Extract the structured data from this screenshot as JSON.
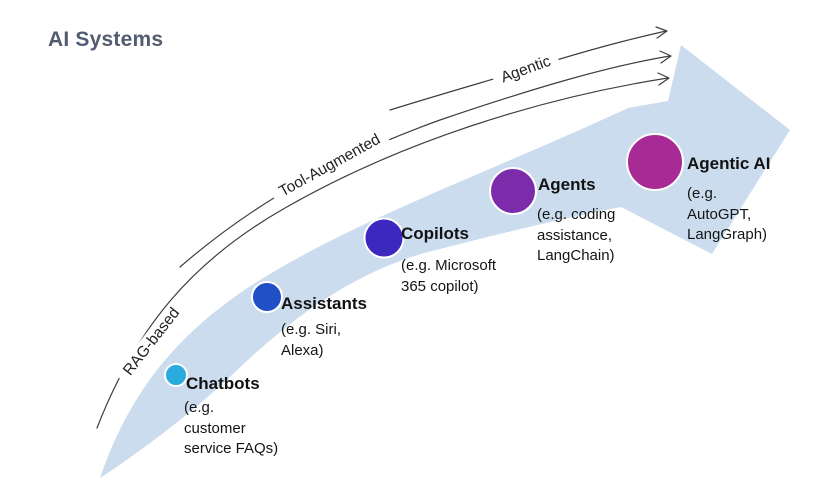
{
  "title": "AI Systems",
  "colors": {
    "band": "#cbdcee",
    "title": "#525c70",
    "thin_line": "#3f3f3f",
    "text": "#151515"
  },
  "progression": [
    {
      "label": "RAG-based"
    },
    {
      "label": "Tool-Augmented"
    },
    {
      "label": "Agentic"
    }
  ],
  "stages": [
    {
      "name": "Chatbots",
      "examples": "(e.g.\ncustomer\nservice FAQs)",
      "color": "#29abde"
    },
    {
      "name": "Assistants",
      "examples": "(e.g. Siri,\nAlexa)",
      "color": "#2150c6"
    },
    {
      "name": "Copilots",
      "examples": "(e.g. Microsoft\n365 copilot)",
      "color": "#3d28bf"
    },
    {
      "name": "Agents",
      "examples": "(e.g. coding\nassistance,\nLangChain)",
      "color": "#7c2baa"
    },
    {
      "name": "Agentic AI",
      "examples": "(e.g.\nAutoGPT,\nLangGraph)",
      "color": "#a82b95"
    }
  ]
}
